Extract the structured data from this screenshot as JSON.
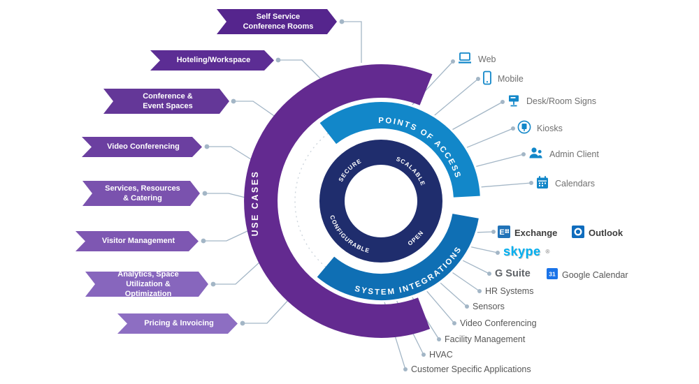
{
  "diagram": {
    "core": {
      "secure": "SECURE",
      "scalable": "SCALABLE",
      "open": "OPEN",
      "configurable": "CONFIGURABLE"
    },
    "use_cases": {
      "arc_label": "USE CASES",
      "items": [
        {
          "label": "Self Service\nConference Rooms"
        },
        {
          "label": "Hoteling/Workspace"
        },
        {
          "label": "Conference &\nEvent Spaces"
        },
        {
          "label": "Video Conferencing"
        },
        {
          "label": "Services, Resources\n& Catering"
        },
        {
          "label": "Visitor Management"
        },
        {
          "label": "Analytics, Space\nUtilization & Optimization"
        },
        {
          "label": "Pricing & Invoicing"
        }
      ]
    },
    "points_of_access": {
      "arc_label": "POINTS OF ACCESS",
      "items": [
        {
          "label": "Web",
          "icon": "web-icon"
        },
        {
          "label": "Mobile",
          "icon": "mobile-icon"
        },
        {
          "label": "Desk/Room Signs",
          "icon": "desk-room-sign-icon"
        },
        {
          "label": "Kiosks",
          "icon": "kiosk-icon"
        },
        {
          "label": "Admin Client",
          "icon": "admin-client-icon"
        },
        {
          "label": "Calendars",
          "icon": "calendar-icon"
        }
      ]
    },
    "system_integrations": {
      "arc_label": "SYSTEM INTEGRATIONS",
      "items": [
        {
          "label": "Exchange",
          "logo_text": "E",
          "icon": "exchange-logo"
        },
        {
          "label": "Outlook",
          "icon": "outlook-logo"
        },
        {
          "label": "skype",
          "reg": "®",
          "icon": "skype-wordmark"
        },
        {
          "label": "G Suite",
          "icon": "gsuite-wordmark"
        },
        {
          "label": "Google Calendar",
          "logo_text": "31",
          "icon": "google-calendar-logo"
        },
        {
          "label": "HR Systems"
        },
        {
          "label": "Sensors"
        },
        {
          "label": "Video Conferencing"
        },
        {
          "label": "Facility Management"
        },
        {
          "label": "HVAC"
        },
        {
          "label": "Customer Specific Applications"
        }
      ]
    },
    "colors": {
      "purple_arc": "#632a90",
      "blue_arc_top": "#1287c9",
      "blue_arc_bottom": "#0f6fb4",
      "core_ring": "#1f2d6d",
      "connector": "#a3b6c6",
      "icon_blue": "#1287c9",
      "skype_blue": "#00aff0",
      "banner_colors": [
        "#55258d",
        "#5c2d94",
        "#643798",
        "#6b3fa0",
        "#7a52ae",
        "#7e57b2",
        "#8766bd",
        "#8d6ec2"
      ]
    }
  }
}
